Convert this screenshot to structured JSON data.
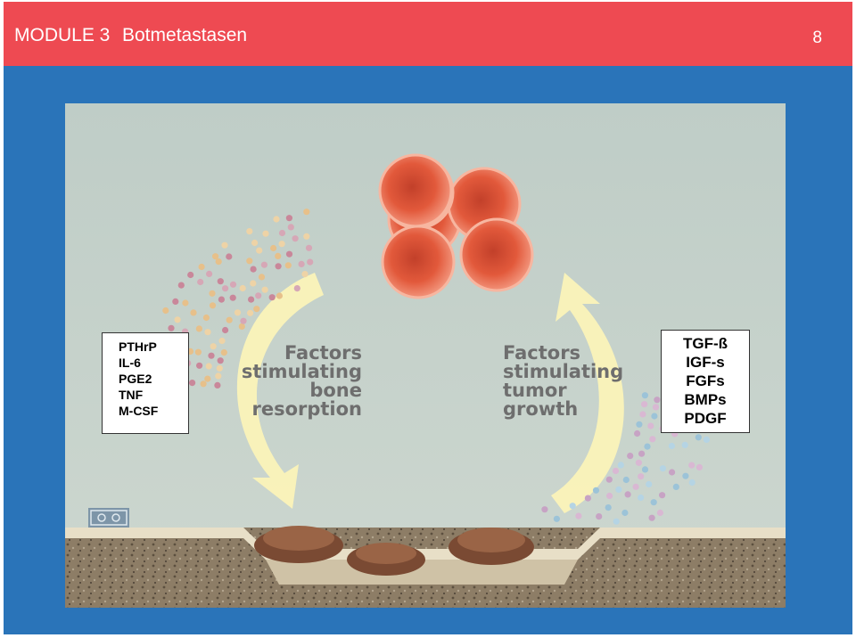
{
  "header": {
    "module": "MODULE 3",
    "title": "Botmetastasen",
    "page_number": "8"
  },
  "diagram": {
    "left_caption": [
      "Factors",
      "stimulating",
      "bone",
      "resorption"
    ],
    "right_caption": [
      "Factors",
      "stimulating",
      "tumor",
      "growth"
    ]
  },
  "left_box": {
    "items": [
      "PTHrP",
      "IL-6",
      "PGE2",
      "TNF",
      "M-CSF"
    ]
  },
  "right_box": {
    "items": [
      "TGF-ß",
      "IGF-s",
      "FGFs",
      "BMPs",
      "PDGF"
    ]
  },
  "colors": {
    "header_bg": "#ee4a52",
    "panel_bg": "#2a74b9",
    "figure_bg": "#c3d0ca",
    "tumor_cell": "#e45a3c",
    "bone": "#8a7b66",
    "arrow": "#fbf3b8"
  }
}
